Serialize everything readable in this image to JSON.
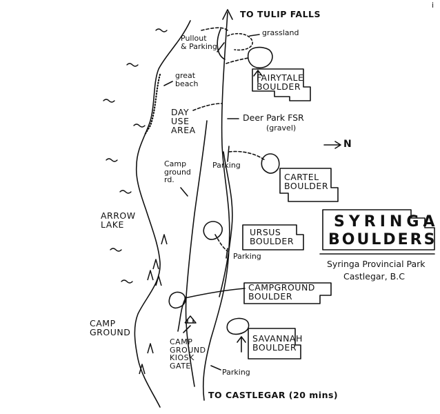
{
  "map": {
    "corner_mark": "i",
    "labels": {
      "to_tulip_falls": "TO TULIP FALLS",
      "grassland": "grassland",
      "pullout_parking": [
        "Pullout",
        "& Parking"
      ],
      "great_beach": [
        "great",
        "beach"
      ],
      "day_use_area": [
        "DAY",
        "USE",
        "AREA"
      ],
      "deer_park_fsr": "Deer Park FSR",
      "gravel": "(gravel)",
      "north": "N",
      "campground_rd": [
        "Camp",
        "ground",
        "rd."
      ],
      "parking_1": "Parking",
      "arrow_lake": [
        "ARROW",
        "LAKE"
      ],
      "parking_2": "Parking",
      "campground": [
        "CAMP",
        "GROUND"
      ],
      "campground_kiosk_gate": [
        "CAMP",
        "GROUND",
        "KIOSK",
        "GATE"
      ],
      "parking_3": "Parking",
      "to_castlegar": "TO CASTLEGAR (20 mins)"
    },
    "boulders": [
      {
        "id": "fairytale",
        "lines": [
          "FAIRYTALE",
          "BOULDER"
        ]
      },
      {
        "id": "cartel",
        "lines": [
          "CARTEL",
          "BOULDER"
        ]
      },
      {
        "id": "ursus",
        "lines": [
          "URSUS",
          "BOULDER"
        ]
      },
      {
        "id": "campground",
        "lines": [
          "CAMPGROUND",
          "BOULDER"
        ]
      },
      {
        "id": "savannah",
        "lines": [
          "SAVANNAH",
          "BOULDER"
        ]
      }
    ],
    "title": [
      "SYRINGA",
      "BOULDERS"
    ],
    "park_name": "Syringa Provincial Park",
    "location": "Castlegar, B.C"
  }
}
